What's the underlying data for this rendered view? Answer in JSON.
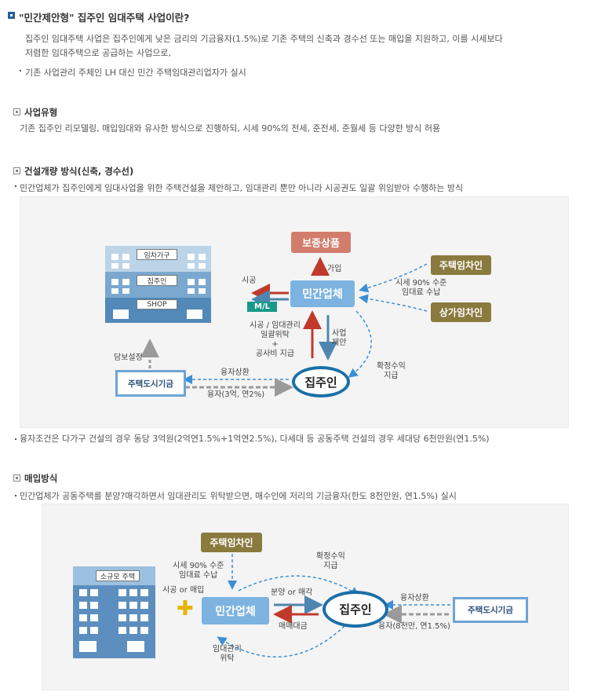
{
  "title": "\"민간제안형\" 집주인 임대주택 사업이란?",
  "intro": {
    "line1": "집주인 임대주택 사업은 집주인에게 낮은 금리의 기금융자(1.5%)로 기존 주택의 신축과 경수선 또는 매입을 지원하고, 이를 시세보다",
    "line2": "저렴한 임대주택으로 공급하는 사업으로,",
    "bullet": "기존 사업관리 주체인 LH 대신 민간 주택임대관리업자가 실시"
  },
  "sec1": {
    "title": "사업유형",
    "text": "기존 집주인 리모델링, 매입임대와 유사한 방식으로 진행하되, 시세 90%의 전세, 준전세, 준월세 등 다양한 방식 허용"
  },
  "sec2": {
    "title": "건설개량 방식(신축, 경수선)",
    "bullet": "민간업체가 집주인에게 임대사업을 위한 주택건설을 제안하고, 임대관리 뿐만 아니라 시공권도 일괄 위임받아 수행하는 방식",
    "note": "융자조건은 다가구 건설의 경우 동당 3억원(2억연1.5%+1억연2.5%), 다세대 등 공동주택 건설의 경우 세대당 6천만원(연1.5%)"
  },
  "diagram1": {
    "bld_labels": [
      "임차가구",
      "집주인",
      "SHOP"
    ],
    "guarantee": "보증상품",
    "company": "민간업체",
    "tenant_house": "주택임차인",
    "tenant_shop": "상가임차인",
    "fund": "주택도시기금",
    "owner": "집주인",
    "ml": "M/L",
    "lbl_sigong": "시공",
    "lbl_gaip": "가입",
    "lbl_market": [
      "시세 90% 수준",
      "임대료 수납"
    ],
    "lbl_delegate": [
      "시공 / 임대관리",
      "일괄위탁",
      "+",
      "공사비 지급"
    ],
    "lbl_propose": [
      "사업",
      "제안"
    ],
    "lbl_return": [
      "확정수익",
      "지급"
    ],
    "lbl_collateral": "담보설정",
    "lbl_repay": "융자상환",
    "lbl_loan": "융자(3억, 연2%)"
  },
  "sec3": {
    "title": "매입방식",
    "bullet": "민간업체가 공동주택를 분양?매각하면서 임대관리도 위탁받으면, 매수인에 저리의 기금융자(한도 8천만원, 연1.5%) 실시"
  },
  "diagram2": {
    "bld_label": "소규모 주택",
    "tenant_house": "주택임차인",
    "company": "민간업체",
    "owner": "집주인",
    "fund": "주택도시기금",
    "lbl_market": [
      "시세 90% 수준",
      "임대료 수납"
    ],
    "lbl_build": "시공 or 매입",
    "lbl_return": [
      "확정수익",
      "지급"
    ],
    "lbl_sell": "분양 or 매각",
    "lbl_price": "매매대금",
    "lbl_repay": "융자상환",
    "lbl_loan": "융자(8천만, 연1.5%)",
    "lbl_delegate": [
      "임대관리",
      "위탁"
    ]
  }
}
